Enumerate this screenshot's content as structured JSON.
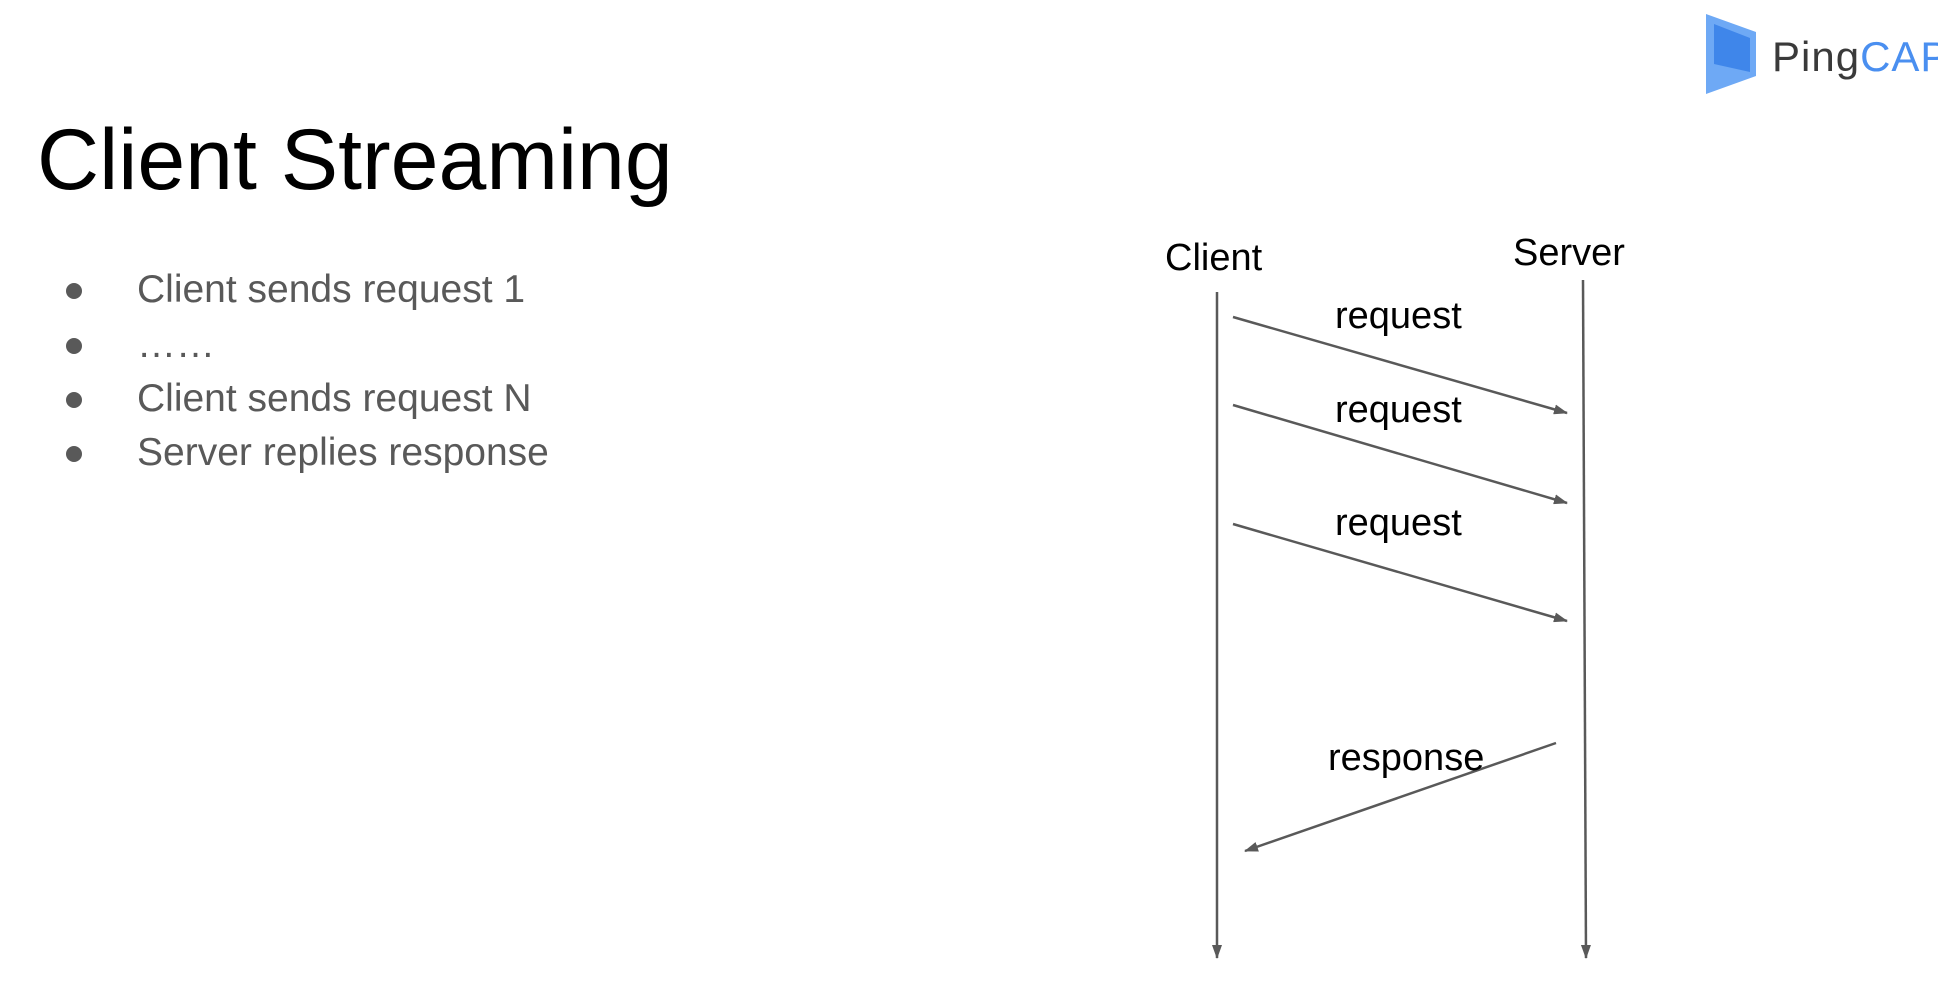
{
  "slide": {
    "title": "Client Streaming",
    "bullets": [
      "Client sends request 1",
      "……",
      "Client sends request N",
      "Server replies response"
    ]
  },
  "logo": {
    "text_part1": "Ping",
    "text_part2": "CAP",
    "accent_color": "#4a8ff0",
    "mark_color": "#3f86ea"
  },
  "diagram": {
    "client_label": "Client",
    "server_label": "Server",
    "messages": [
      {
        "label": "request",
        "direction": "client-to-server"
      },
      {
        "label": "request",
        "direction": "client-to-server"
      },
      {
        "label": "request",
        "direction": "client-to-server"
      },
      {
        "label": "response",
        "direction": "server-to-client"
      }
    ],
    "line_color": "#595959"
  }
}
